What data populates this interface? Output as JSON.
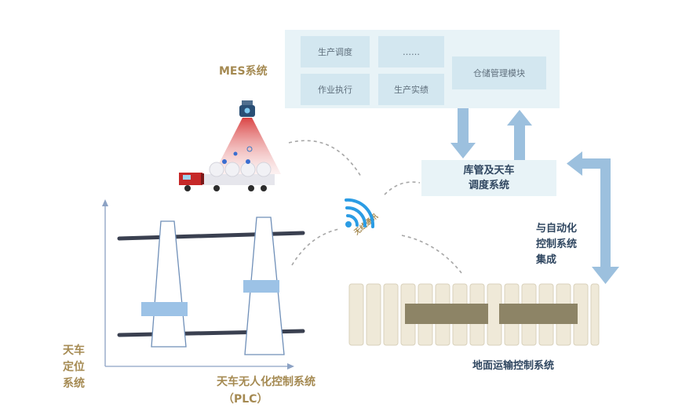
{
  "mes": {
    "label": "MES系统",
    "cells": {
      "scheduling": "生产调度",
      "ellipsis": "……",
      "execution": "作业执行",
      "actual": "生产实绩",
      "warehouse": "仓储管理模块"
    }
  },
  "dispatch": {
    "line1": "库管及天车",
    "line2": "调度系统"
  },
  "automation": {
    "line1": "与自动化",
    "line2": "控制系统",
    "line3": "集成"
  },
  "wireless": {
    "label": "无线通讯"
  },
  "ground": {
    "label": "地面运输控制系统"
  },
  "positioning": {
    "line1": "天车",
    "line2": "定位",
    "line3": "系统"
  },
  "unmanned": {
    "line1": "天车无人化控制系统",
    "line2": "（PLC）"
  },
  "colors": {
    "mes_panel": "#e8f3f7",
    "mes_cell": "#d3e7f0",
    "label_gold": "#a58a52",
    "label_navy": "#2f4660",
    "arrow": "#9cc0de",
    "rail": "#3a4050",
    "crane_block": "#9cc2e6",
    "wifi": "#2b9ce4",
    "roller": "#efe9d8",
    "slab": "#8d8466"
  }
}
